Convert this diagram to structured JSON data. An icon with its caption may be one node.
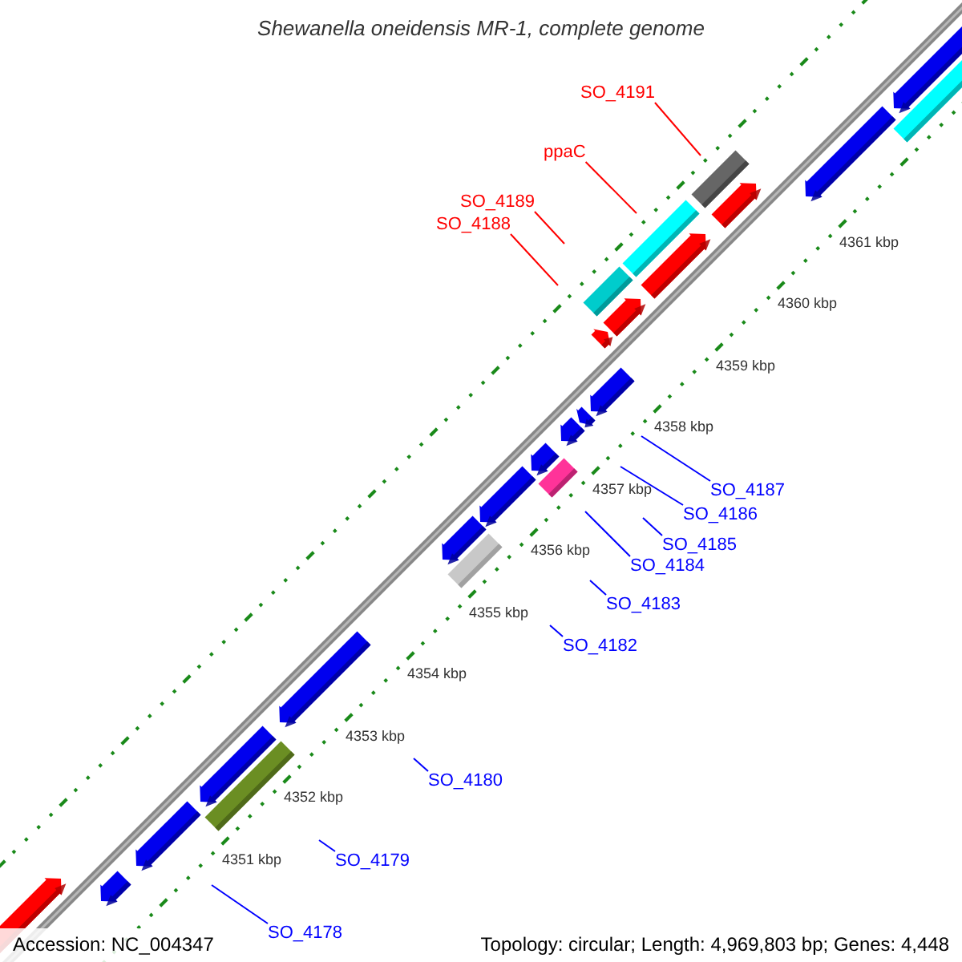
{
  "diagram": {
    "title": "Shewanella oneidensis MR-1, complete genome",
    "nodes": [
      {
        "text": [
          "SO_4191"
        ]
      },
      {
        "text": [
          "ppaC"
        ]
      },
      {
        "text": [
          "SO_4189"
        ]
      },
      {
        "text": [
          "SO_4188"
        ]
      },
      {
        "text": [
          "SO_4187"
        ]
      },
      {
        "text": [
          "SO_4186"
        ]
      },
      {
        "text": [
          "SO_4185"
        ]
      },
      {
        "text": [
          "SO_4184"
        ]
      },
      {
        "text": [
          "SO_4183"
        ]
      },
      {
        "text": [
          "SO_4182"
        ]
      },
      {
        "text": [
          "SO_4180"
        ]
      },
      {
        "text": [
          "SO_4179"
        ]
      },
      {
        "text": [
          "SO_4178"
        ]
      }
    ],
    "edges": [
      {
        "from": 0,
        "to": null,
        "arrow": "none",
        "color": "#ff0000"
      },
      {
        "from": 1,
        "to": null,
        "arrow": "none",
        "color": "#ff0000"
      },
      {
        "from": 2,
        "to": null,
        "arrow": "none",
        "color": "#ff0000"
      },
      {
        "from": 3,
        "to": null,
        "arrow": "none",
        "color": "#ff0000"
      },
      {
        "from": 4,
        "to": null,
        "arrow": "none"
      },
      {
        "from": 5,
        "to": null,
        "arrow": "none"
      },
      {
        "from": 6,
        "to": null,
        "arrow": "none"
      },
      {
        "from": 7,
        "to": null,
        "arrow": "none"
      },
      {
        "from": 8,
        "to": null,
        "arrow": "none"
      },
      {
        "from": 9,
        "to": null,
        "arrow": "none"
      },
      {
        "from": 10,
        "to": null,
        "arrow": "none"
      },
      {
        "from": 11,
        "to": null,
        "arrow": "none"
      },
      {
        "from": 12,
        "to": null,
        "arrow": "none"
      }
    ],
    "labels": [
      "4361 kbp",
      "4360 kbp",
      "4359 kbp",
      "4358 kbp",
      "4357 kbp",
      "4356 kbp",
      "4355 kbp",
      "4354 kbp",
      "4353 kbp",
      "4352 kbp",
      "4351 kbp",
      "Accession: NC_004347",
      "Topology: circular; Length: 4,969,803 bp; Genes: 4,448"
    ]
  }
}
